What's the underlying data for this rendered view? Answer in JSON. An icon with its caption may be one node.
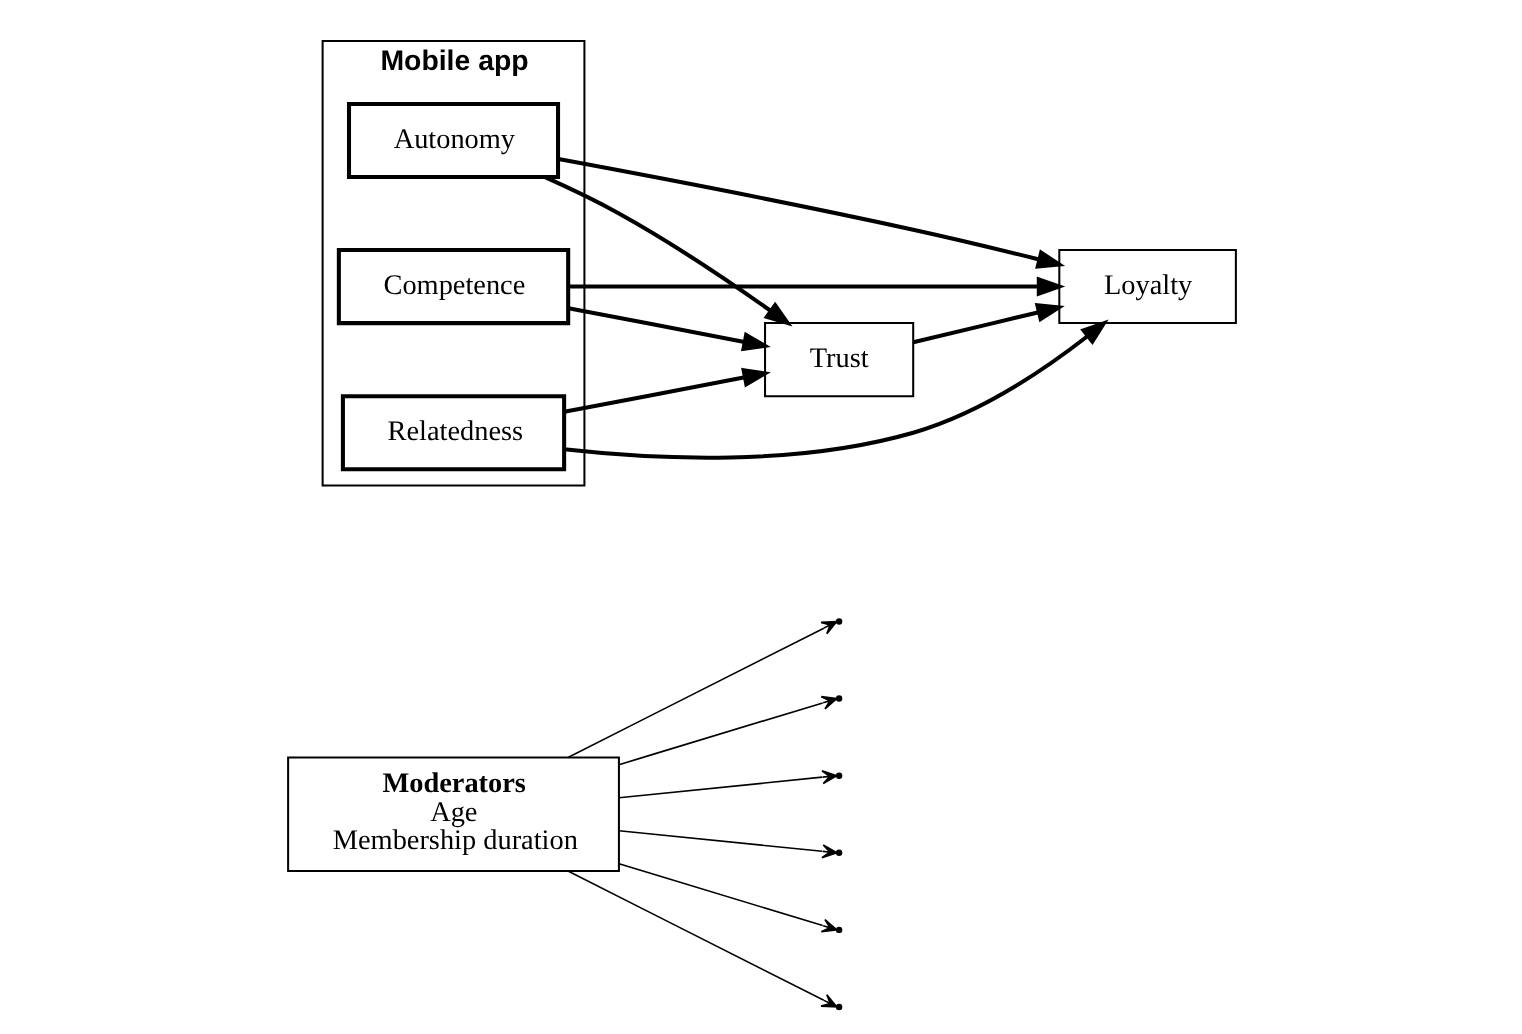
{
  "diagram": {
    "nodes": [
      {
        "text": [
          "Moderators",
          "Age",
          "Membership duration"
        ]
      },
      {
        "text": [
          "Trust"
        ]
      },
      {
        "text": [
          "Mobile app"
        ]
      },
      {
        "text": [
          "Autonomy"
        ],
        "in": 2
      },
      {
        "text": [
          "Competence"
        ],
        "in": 2
      },
      {
        "text": [
          "Relatedness"
        ],
        "in": 2
      },
      {
        "text": [
          "Loyalty"
        ]
      }
    ],
    "edges": [
      {
        "from": 3,
        "to": 1,
        "arrow": "to"
      },
      {
        "from": 4,
        "to": 1,
        "arrow": "to"
      },
      {
        "from": 5,
        "to": 1,
        "arrow": "to"
      },
      {
        "from": 3,
        "to": 6,
        "arrow": "to"
      },
      {
        "from": 4,
        "to": 6,
        "arrow": "to"
      },
      {
        "from": 5,
        "to": 6,
        "arrow": "to"
      },
      {
        "from": 1,
        "to": 6,
        "arrow": "to"
      },
      {
        "from": 0,
        "to": null,
        "arrow": "to"
      },
      {
        "from": 0,
        "to": null,
        "arrow": "to"
      },
      {
        "from": 0,
        "to": null,
        "arrow": "to"
      },
      {
        "from": 0,
        "to": null,
        "arrow": "to"
      },
      {
        "from": 0,
        "to": null,
        "arrow": "to"
      },
      {
        "from": 0,
        "to": null,
        "arrow": "to"
      }
    ]
  }
}
